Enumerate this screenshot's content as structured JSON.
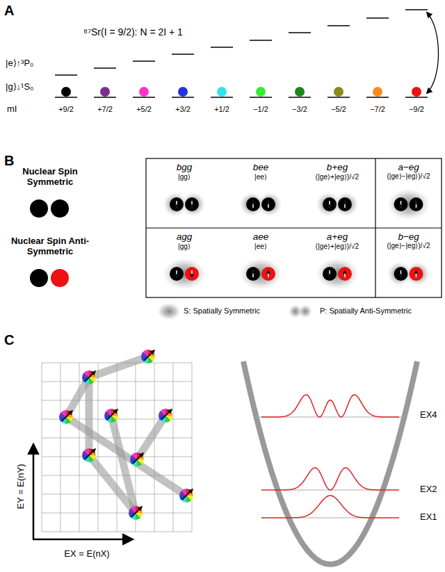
{
  "diagram": {
    "nodes": [
      {
        "text": [
          "bgg",
          "|gg⟩"
        ]
      },
      {
        "text": [
          "bee",
          "|ee⟩"
        ]
      },
      {
        "text": [
          "b+eg",
          "(|ge⟩+|eg⟩)/√2"
        ]
      },
      {
        "text": [
          "a−eg",
          "(|ge⟩−|eg⟩)/√2"
        ]
      },
      {
        "text": [
          "agg",
          "|gg⟩"
        ]
      },
      {
        "text": [
          "aee",
          "|ee⟩"
        ]
      },
      {
        "text": [
          "a+eg",
          "(|ge⟩+|eg⟩)/√2"
        ]
      },
      {
        "text": [
          "b−eg",
          "(|ge⟩−|eg⟩)/√2"
        ]
      }
    ],
    "labels": [
      "A",
      "⁸⁷Sr(I = 9/2): N = 2I + 1",
      "|e⟩↑³P₀",
      "|g⟩↓¹S₀",
      "mI",
      "+9/2",
      "+7/2",
      "+5/2",
      "+3/2",
      "+1/2",
      "−1/2",
      "−3/2",
      "−5/2",
      "−7/2",
      "−9/2",
      "B",
      "Nuclear Spin Symmetric",
      "Nuclear Spin Anti-Symmetric",
      "C",
      "EY = E(nY)",
      "EX = E(nX)",
      "EX4",
      "EX2",
      "EX1"
    ],
    "legend": [
      {
        "text": "S: Spatially Symmetric"
      },
      {
        "text": "P: Spatially Anti-Symmetric"
      }
    ]
  }
}
